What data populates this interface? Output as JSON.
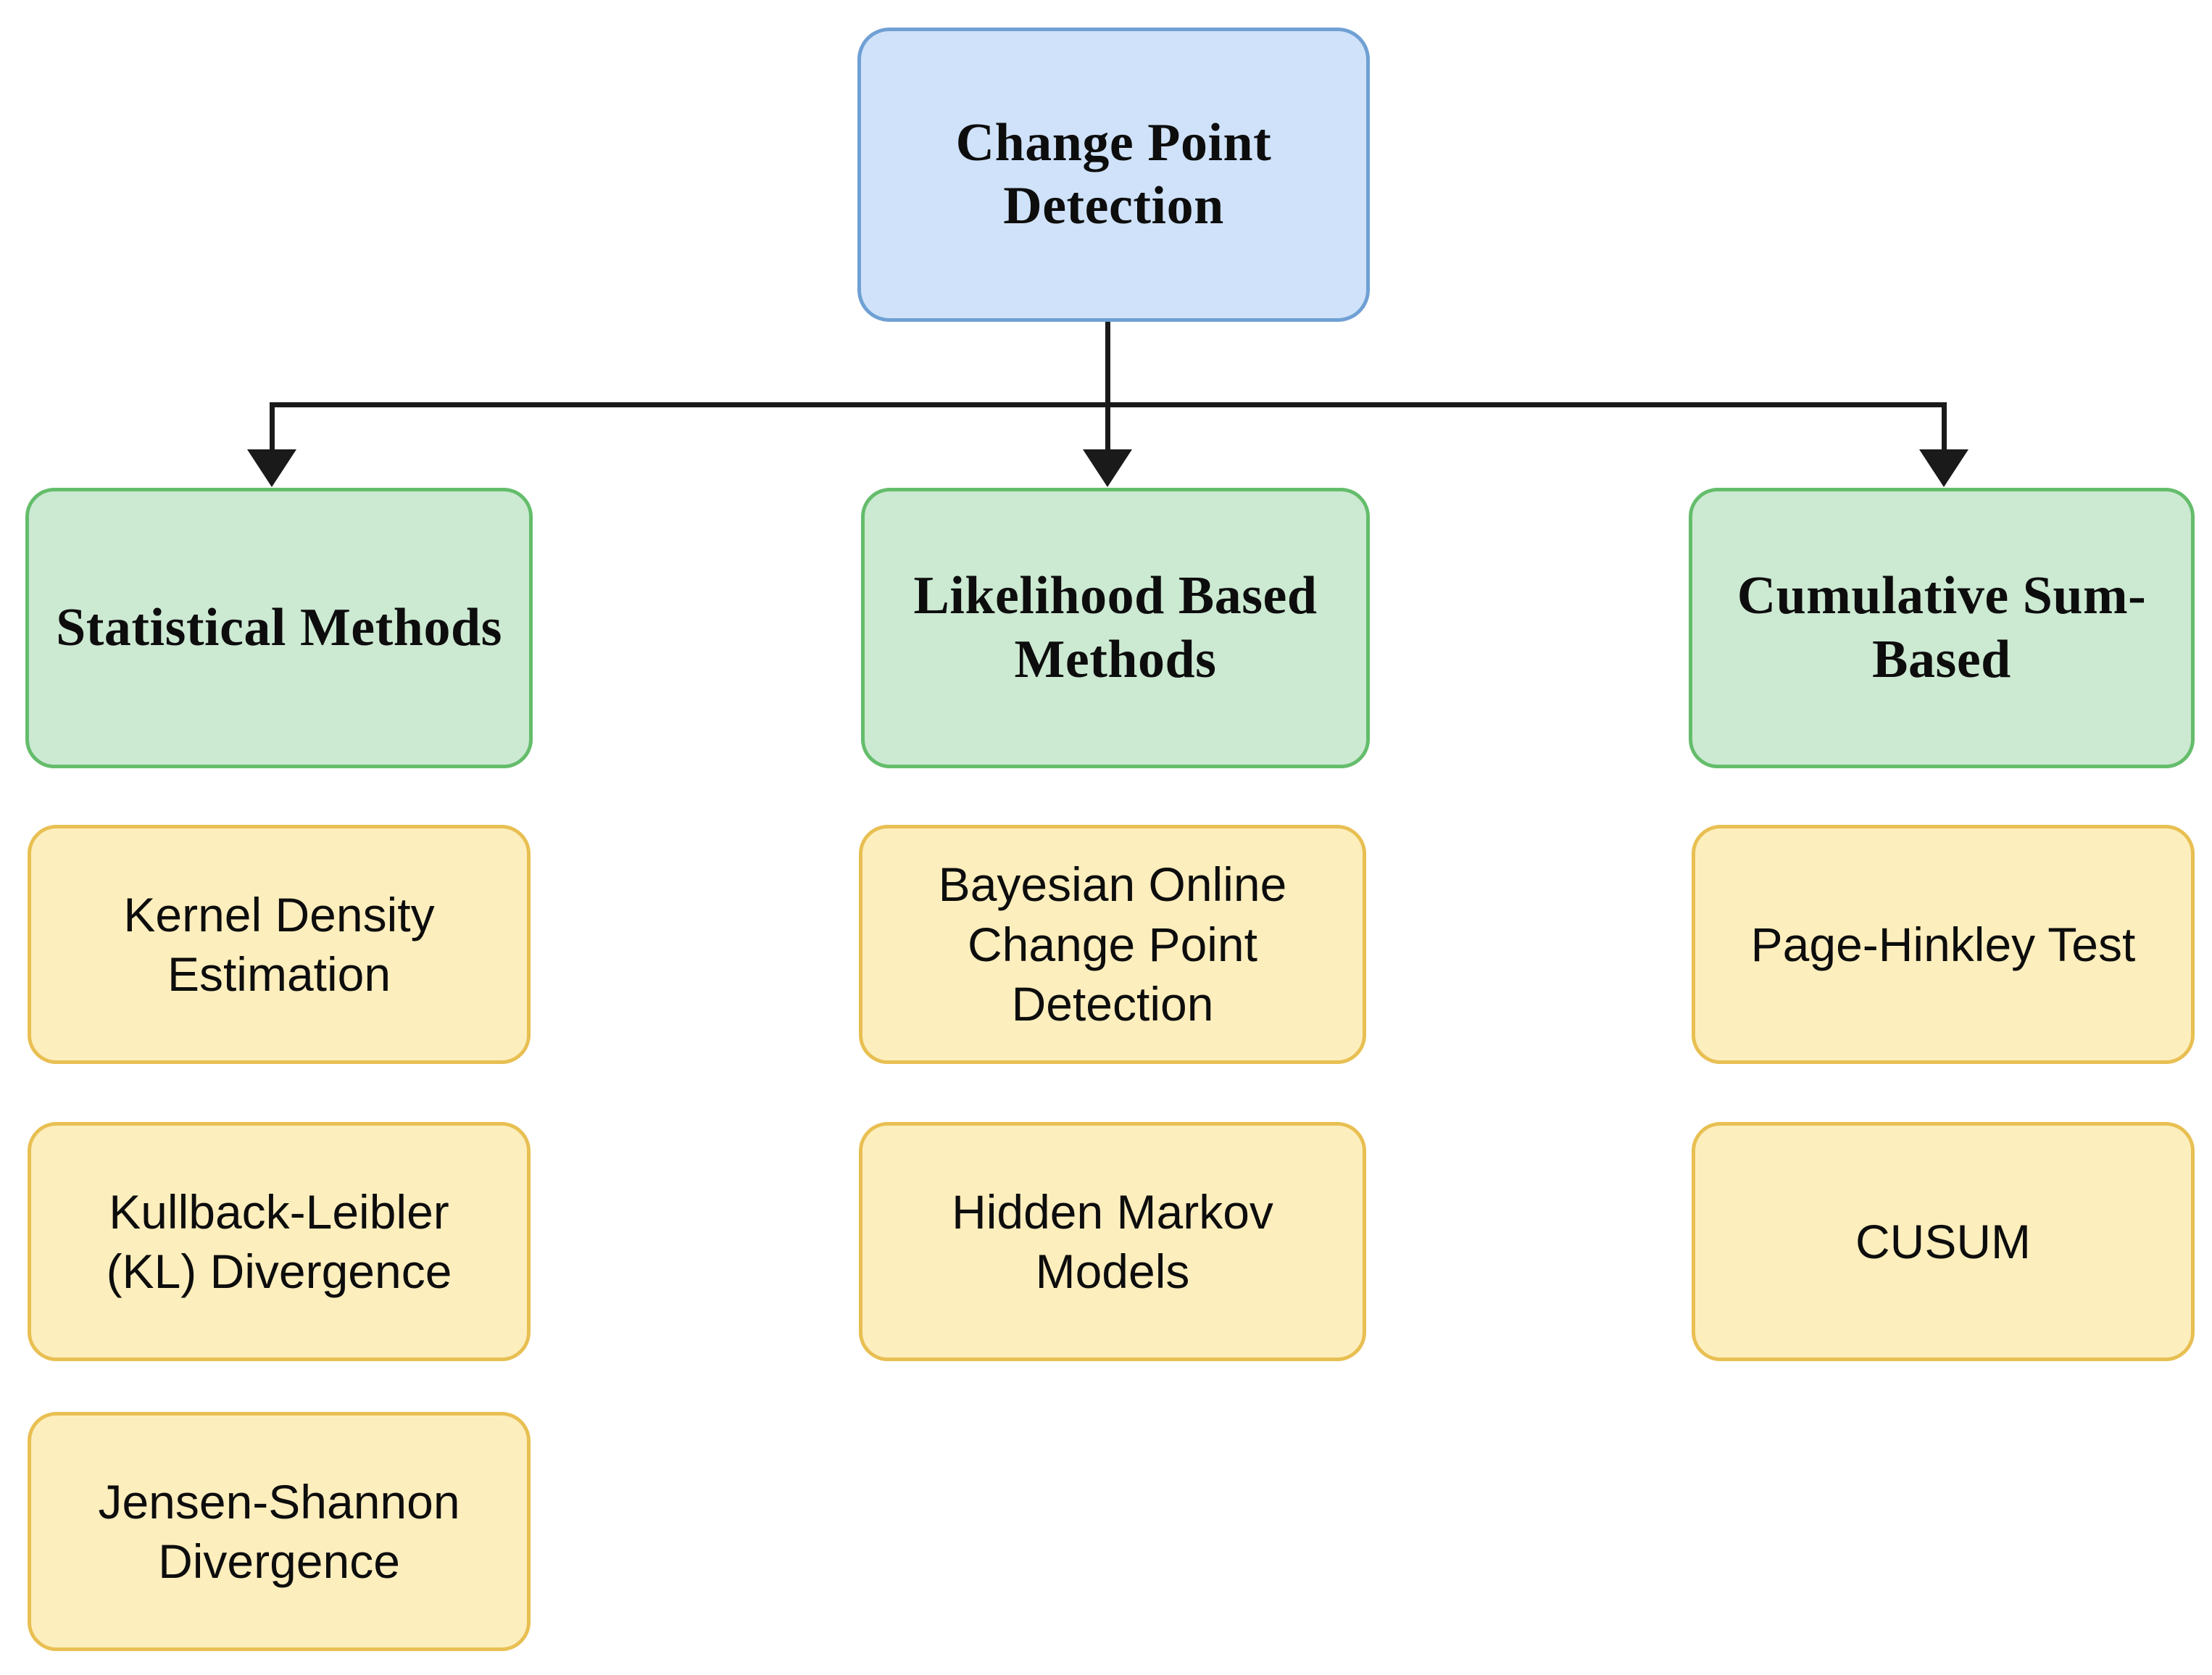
{
  "diagram": {
    "title": "Change Point Detection",
    "type": "hierarchy-tree",
    "levels": 3,
    "colors": {
      "root_fill": "#cfe2f9",
      "root_border": "#6fa0d4",
      "category_fill": "#cce9d2",
      "category_border": "#64bd6b",
      "leaf_fill": "#fdeebd",
      "leaf_border": "#e8bf52",
      "connector": "#1a1a1a",
      "background": "#ffffff"
    }
  },
  "root": {
    "label": "Change Point\nDetection"
  },
  "categories": [
    {
      "label": "Statistical Methods"
    },
    {
      "label": "Likelihood Based\nMethods"
    },
    {
      "label": "Cumulative Sum-\nBased"
    }
  ],
  "leaves": {
    "statistical": [
      {
        "label": "Kernel Density\nEstimation"
      },
      {
        "label": "Kullback-Leibler\n(KL) Divergence"
      },
      {
        "label": "Jensen-Shannon\nDivergence"
      }
    ],
    "likelihood": [
      {
        "label": "Bayesian Online\nChange Point\nDetection"
      },
      {
        "label": "Hidden Markov\nModels"
      }
    ],
    "cusum": [
      {
        "label": "Page-Hinkley Test"
      },
      {
        "label": "CUSUM"
      }
    ]
  }
}
